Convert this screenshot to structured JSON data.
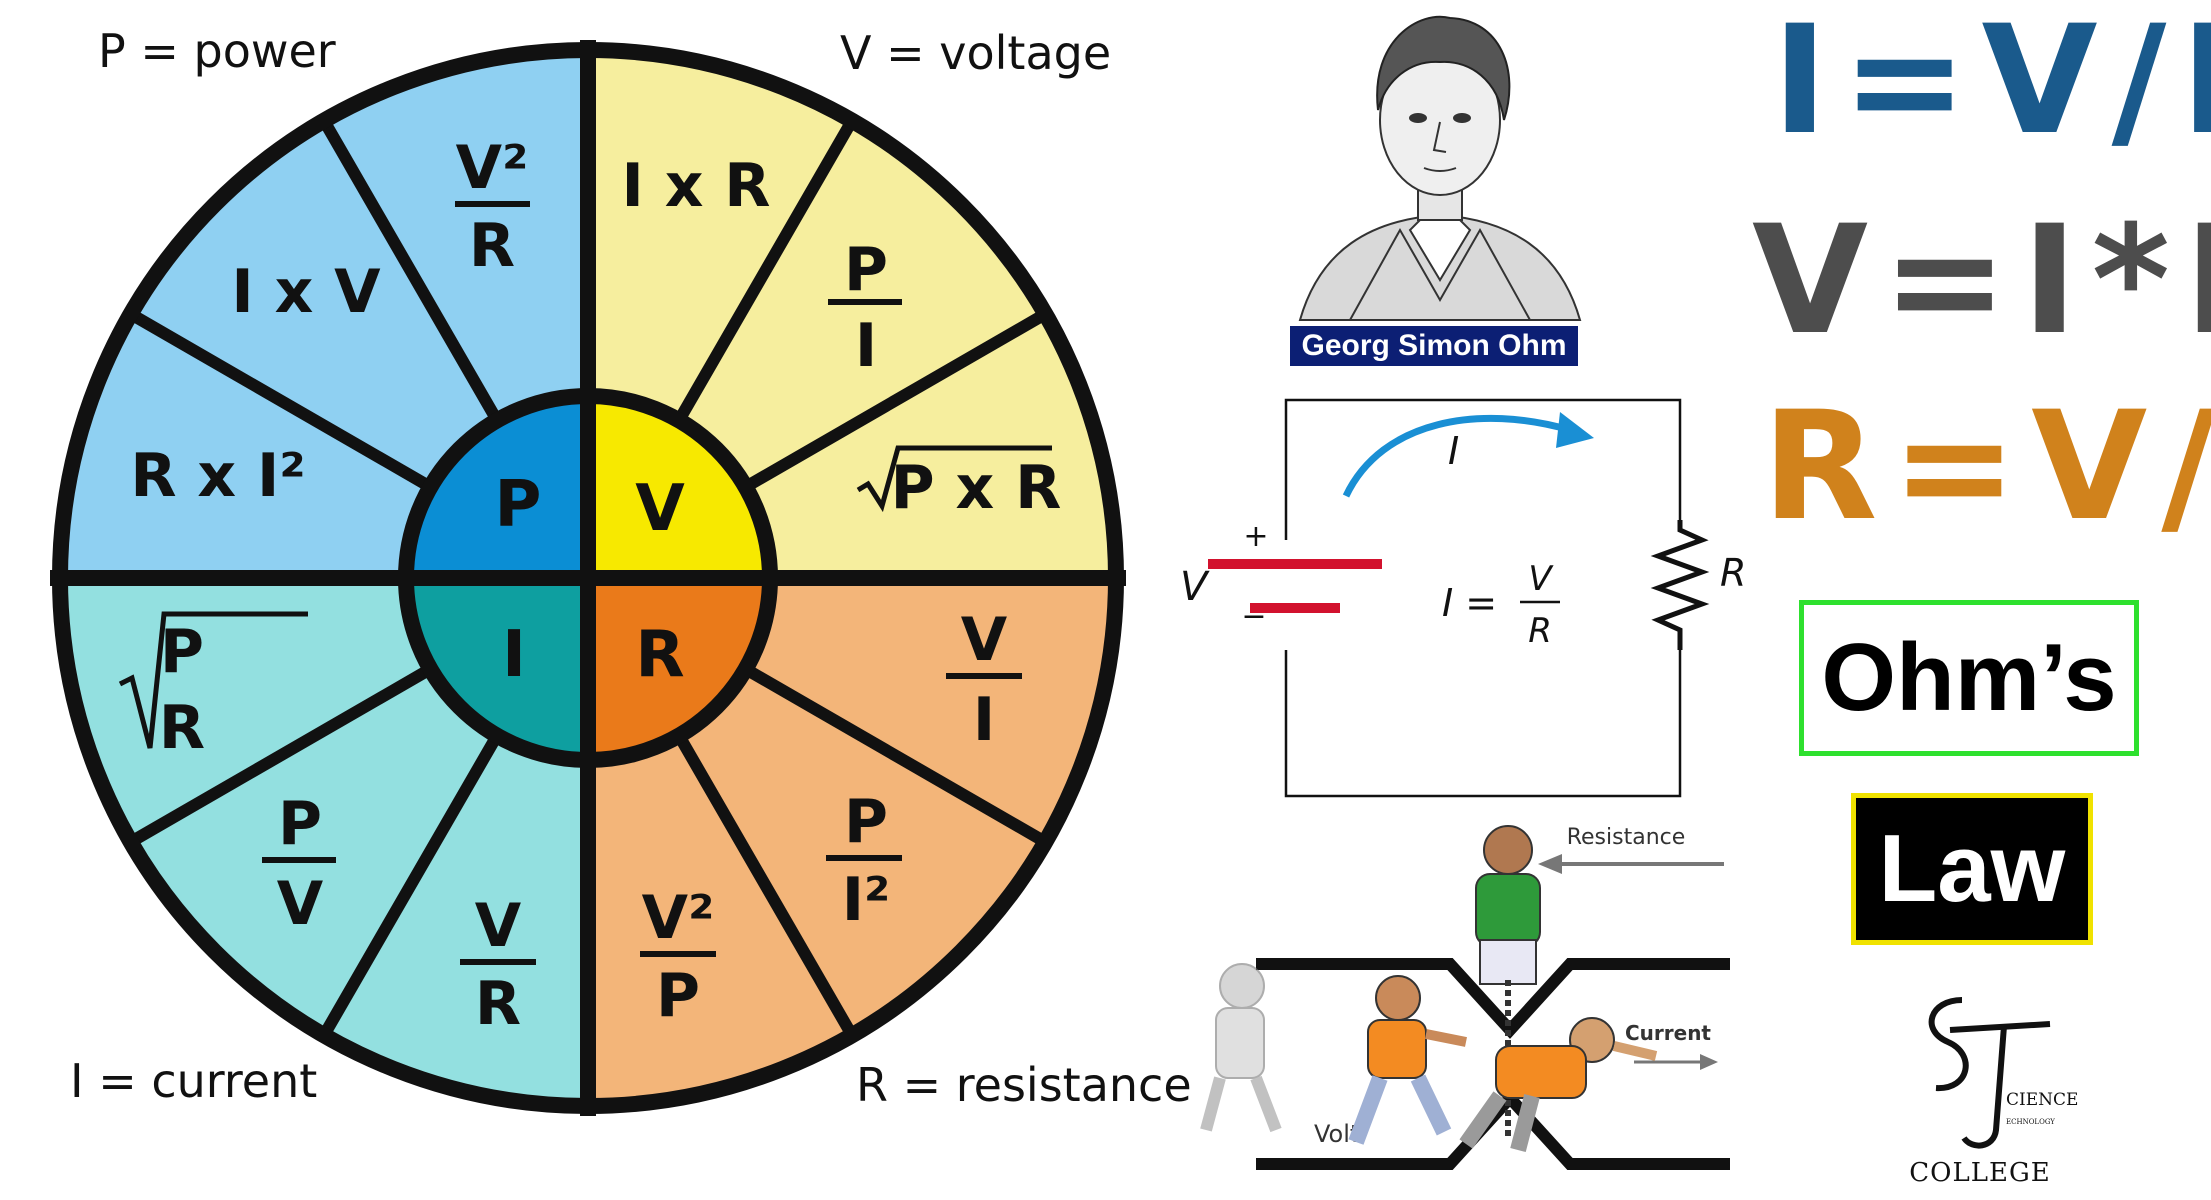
{
  "wheel": {
    "corner_labels": {
      "power": "P = power",
      "voltage": "V = voltage",
      "current": "I = current",
      "resistance": "R = resistance"
    },
    "center": {
      "P": "P",
      "V": "V",
      "I": "I",
      "R": "R"
    },
    "power_formulas": {
      "v2_over_r": {
        "num": "V²",
        "den": "R"
      },
      "i_times_v": "I x V",
      "r_times_i2": "R x I²"
    },
    "voltage_formulas": {
      "i_times_r": "I x R",
      "p_over_i": {
        "num": "P",
        "den": "I"
      },
      "sqrt_p_times_r": "P x R"
    },
    "current_formulas": {
      "sqrt_p_over_r": {
        "num": "P",
        "den": "R"
      },
      "p_over_v": {
        "num": "P",
        "den": "V"
      },
      "v_over_r": {
        "num": "V",
        "den": "R"
      }
    },
    "resistance_formulas": {
      "v_over_i": {
        "num": "V",
        "den": "I"
      },
      "p_over_i2": {
        "num": "P",
        "den": "I²"
      },
      "v2_over_p": {
        "num": "V²",
        "den": "P"
      }
    },
    "colors": {
      "power_outer": "#8fd0f2",
      "power_inner": "#0b8ed4",
      "voltage_outer": "#f6ee9e",
      "voltage_inner": "#f7e900",
      "current_outer": "#93e0e0",
      "current_inner": "#0e9fa0",
      "resistance_outer": "#f3b579",
      "resistance_inner": "#ea7a1a"
    }
  },
  "portrait": {
    "caption": "Georg Simon Ohm"
  },
  "circuit": {
    "current_label": "I",
    "voltage_label": "V",
    "plus": "+",
    "minus": "−",
    "resistor_label": "R",
    "formula_lhs": "I =",
    "formula_num": "V",
    "formula_den": "R"
  },
  "cartoon": {
    "resistance_label": "Resistance",
    "current_label": "Current",
    "volt_label": "Volt"
  },
  "equations": {
    "eq1": "I=V/R",
    "eq2": "V=I*R",
    "eq3": "R=V/I",
    "colors": {
      "eq1": "#1a5a8c",
      "eq2": "#4d4d4d",
      "eq3": "#d0821c"
    }
  },
  "title_boxes": {
    "ohms": "Ohm’s",
    "law": "Law"
  },
  "logo": {
    "line1": "CIENCE",
    "line2": "ECHNOLOGY",
    "line3": "COLLEGE"
  }
}
